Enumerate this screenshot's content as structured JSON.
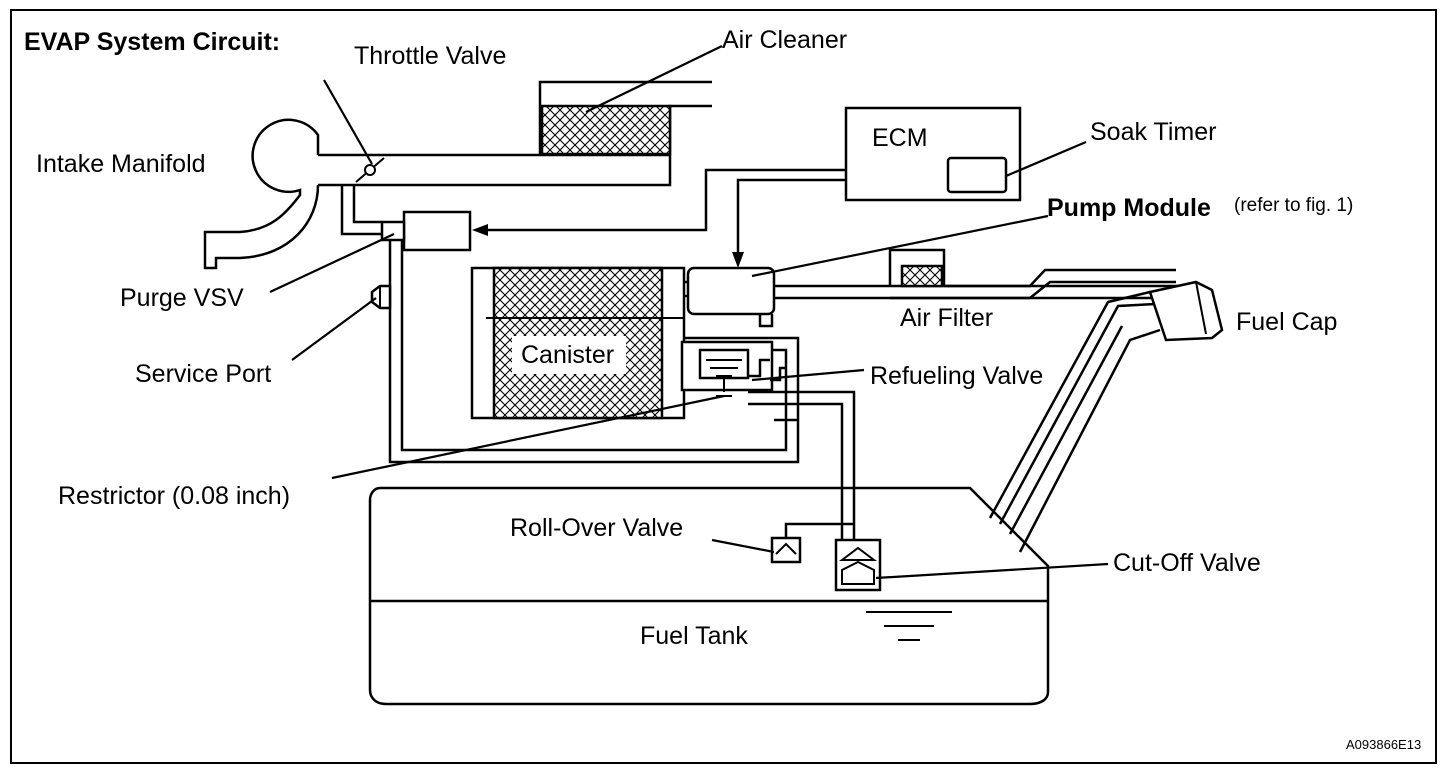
{
  "title": "EVAP System Circuit:",
  "labels": {
    "throttle_valve": "Throttle Valve",
    "air_cleaner": "Air Cleaner",
    "ecm": "ECM",
    "soak_timer": "Soak Timer",
    "intake_manifold": "Intake Manifold",
    "pump_module": "Pump Module",
    "pump_module_ref": "(refer to fig. 1)",
    "purge_vsv": "Purge VSV",
    "air_filter": "Air Filter",
    "fuel_cap": "Fuel Cap",
    "canister": "Canister",
    "service_port": "Service Port",
    "refueling_valve": "Refueling Valve",
    "restrictor": "Restrictor (0.08 inch)",
    "roll_over_valve": "Roll-Over Valve",
    "cut_off_valve": "Cut-Off Valve",
    "fuel_tank": "Fuel Tank"
  },
  "figure_code": "A093866E13"
}
